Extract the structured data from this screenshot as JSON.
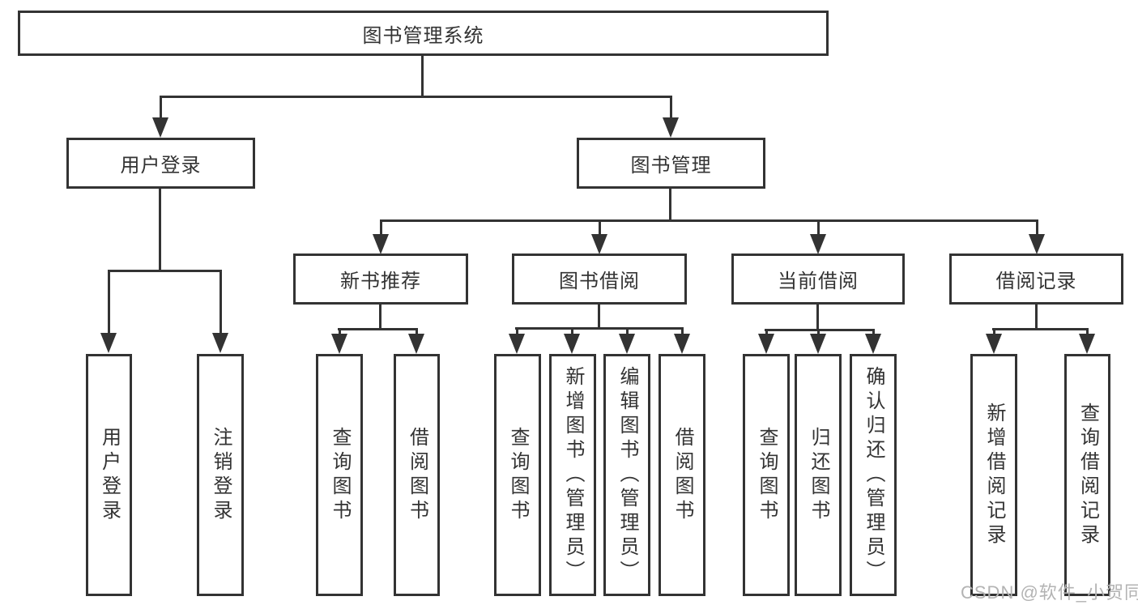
{
  "diagram": {
    "title": "图书管理系统",
    "level2": [
      "用户登录",
      "图书管理"
    ],
    "level3": [
      "新书推荐",
      "图书借阅",
      "当前借阅",
      "借阅记录"
    ],
    "leaves": [
      "用户登录",
      "注销登录",
      "查询图书",
      "借阅图书",
      "查询图书",
      "新增图书（管理员）",
      "编辑图书（管理员）",
      "借阅图书",
      "查询图书",
      "归还图书",
      "确认归还（管理员）",
      "新增借阅记录",
      "查询借阅记录"
    ],
    "watermark": "CSDN @软件_小贺同学",
    "colors": {
      "line": "#333333",
      "text": "#333333",
      "background": "#ffffff",
      "watermark": "#b3b3b3"
    }
  }
}
